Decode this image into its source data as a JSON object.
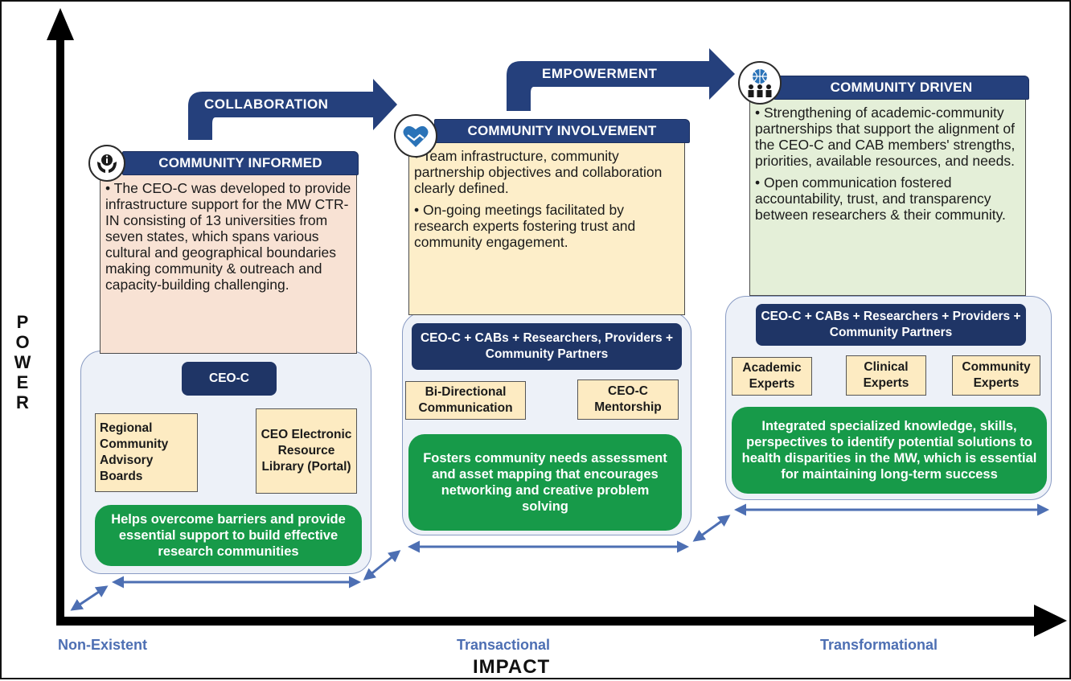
{
  "axes": {
    "y_label_letters": [
      "P",
      "O",
      "W",
      "E",
      "R"
    ],
    "x_label": "IMPACT",
    "x_ticks": [
      "Non-Existent",
      "Transactional",
      "Transformational"
    ]
  },
  "transitions": {
    "collaboration": "COLLABORATION",
    "empowerment": "EMPOWERMENT"
  },
  "stages": {
    "informed": {
      "title": "COMMUNITY INFORMED",
      "icon": "info-hands-icon",
      "bullets": [
        "• The CEO-C was developed to provide infrastructure support for the MW CTR-IN consisting of 13 universities from seven states, which spans various cultural and geographical boundaries making community & outreach and capacity-building challenging."
      ],
      "hub": "CEO-C",
      "left_box": "Regional Community Advisory Boards",
      "right_box": "CEO Electronic Resource Library (Portal)",
      "outcome": "Helps overcome barriers and provide essential support to build effective research communities"
    },
    "involvement": {
      "title": "COMMUNITY INVOLVEMENT",
      "icon": "heart-hands-icon",
      "bullets": [
        "• Team infrastructure, community partnership objectives and collaboration clearly defined.",
        "• On-going meetings facilitated by research experts fostering trust and community engagement."
      ],
      "hub": "CEO-C + CABs + Researchers, Providers + Community Partners",
      "left_box": "Bi-Directional Communication",
      "right_box": "CEO-C Mentorship",
      "outcome": "Fosters community needs assessment and asset mapping that encourages networking and creative problem solving"
    },
    "driven": {
      "title": "COMMUNITY DRIVEN",
      "icon": "community-group-icon",
      "bullets": [
        "• Strengthening of academic-community partnerships that support the alignment of the CEO-C and CAB members' strengths, priorities, available resources, and needs.",
        "• Open communication fostered accountability, trust, and transparency between researchers & their community."
      ],
      "hub": "CEO-C + CABs + Researchers + Providers + Community Partners",
      "left_box": "Academic Experts",
      "middle_box": "Clinical Experts",
      "right_box": "Community Experts",
      "outcome": "Integrated specialized knowledge, skills, perspectives to identify potential solutions to health disparities in the MW, which is essential for maintaining long-term success"
    }
  },
  "colors": {
    "navy": "#25407c",
    "green": "#179a49",
    "axis_blue": "#4d6fb3",
    "pink": "#f8e2d4",
    "yellow": "#fdeec9",
    "light_green": "#e4efd8"
  }
}
